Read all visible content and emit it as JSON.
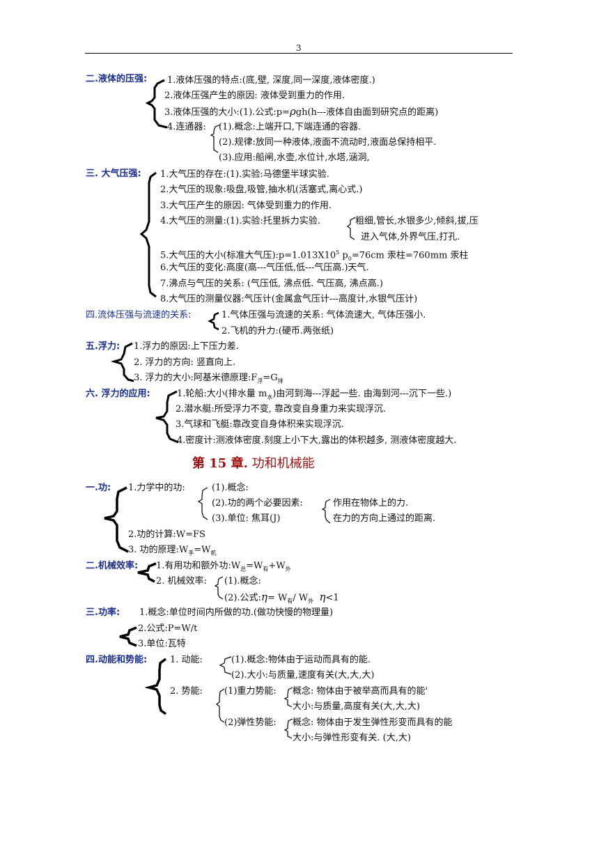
{
  "page_number": "3",
  "s2": {
    "heading": "二.液体的压强:",
    "l1": "1.液体压强的特点:(底,壁, 深度,同一深度,液体密度.)",
    "l2": "2.液体压强产生的原因: 液体受到重力的作用.",
    "l3a": "3.液体压强的大小:(1).公式:p=",
    "rho": "ρ",
    "l3b": "gh(h---液体自由面到研究点的距离)",
    "l4": "4.连通器:",
    "l4_1": "(1).概念:上端开口,下端连通的容器.",
    "l4_2": "(2).规律:放同一种液体,液面不流动时,液面总保持相平.",
    "l4_3": "(3).应用:船闸,水壶,水位计,水塔,涵洞,"
  },
  "s3": {
    "heading": "三. 大气压强:",
    "l1": "1.大气压的存在:(1).实验:马德堡半球实验.",
    "l2": "2.大气压的现象:吸盘,吸管,抽水机(活塞式,离心式.)",
    "l3": "3.大气压产生的原因: 气体受到重力的作用.",
    "l4": "4.大气压的测量:(1).实验:托里拆力实验.",
    "l4_a": "粗细,管长,水银多少,倾斜,拔,压",
    "l4_b": "进入气体,外界气压,打孔.",
    "l5a": "5.大气压的大小(标准大气压):p=1.013X10",
    "l5sup": "5",
    "l5b": " p",
    "l5sub": "0",
    "l5c": "=76cm 汞柱=760mm 汞柱",
    "l6": "6.大气压的变化:高度(高---气压低,低---气压高.)天气.",
    "l7": "7.沸点与气压的关系: (气压低, 沸点低. 气压高, 沸点高.)",
    "l8": "8.大气压的测量仪器:气压计(金属盒气压计---高度计,水银气压计)"
  },
  "s4": {
    "heading": "四.流体压强与流速的关系:",
    "l1": "1.气体压强与流速的关系: 气体流速大, 气体压强小.",
    "l2": "2.飞机的升力:(硬币.两张纸)"
  },
  "s5": {
    "heading": "五.浮力:",
    "l1": "1.浮力的原因:上下压力差.",
    "l2": "2. 浮力的方向: 竖直向上.",
    "l3a": "3. 浮力的大小:阿基米德原理:F",
    "l3sub1": "浮",
    "l3b": "=G",
    "l3sub2": "排"
  },
  "s6": {
    "heading": "六. 浮力的应用:",
    "l1a": "1.轮船:大小(排水量 m",
    "l1sub": "水",
    "l1b": ")由河到海---浮起一些. 由海到河---沉下一些.)",
    "l2": "2.潜水艇:所受浮力不变, 靠改变自身重力来实现浮沉.",
    "l3": "3.气球和飞艇:靠改变自身体积来实现浮沉.",
    "l4": "4.密度计:测液体密度.刻度上小下大,露出的体积越多, 测液体密度越大."
  },
  "chapter": {
    "bold": "第 15 章.",
    "rest": " 功和机械能"
  },
  "c1": {
    "heading": "一.功:",
    "l1": "1.力学中的功:",
    "l1_1": "(1).概念:",
    "l1_2": "(2).功的两个必要因素:",
    "l1_2a": "作用在物体上的力.",
    "l1_2b": "在力的方向上通过的距离.",
    "l1_3": "(3).单位: 焦耳(J)",
    "l2": "2.功的计算:W=FS",
    "l3a": "3. 功的原理:W",
    "l3sub1": "手",
    "l3b": "=W",
    "l3sub2": "机"
  },
  "c2": {
    "heading": "二.机械效率:",
    "l1a": "1.有用功和额外功:W",
    "l1sub1": "总",
    "l1b": "=W",
    "l1sub2": "有",
    "l1c": "+W",
    "l1sub3": "外",
    "l2": "2. 机械效率:",
    "l2_1": "(1).概念:",
    "l2_2a": "(2).公式:",
    "eta": "η",
    "l2_2b": "= W",
    "l2_2sub1": "有",
    "l2_2c": "/ W",
    "l2_2sub2": "外",
    "l2_2d": "<1"
  },
  "c3": {
    "heading": "三.功率:",
    "l1": "1.概念:单位时间内所做的功.(做功快慢的物理量)",
    "l2": "2.公式:P=W/t",
    "l3": "3.单位:瓦特"
  },
  "c4": {
    "heading": "四.动能和势能:",
    "l1": "1. 动能:",
    "l1_1": "(1).概念:物体由于运动而具有的能.",
    "l1_2": "(2).大小:与质量,速度有关(大,大,大)",
    "l2": "2. 势能:",
    "l2_1": "(1)重力势能:",
    "l2_1a": "概念: 物体由于被举高而具有的能'",
    "l2_1b": "大小:与质量,高度有关(大,大,大)",
    "l2_2": "(2)弹性势能:",
    "l2_2a": "概念: 物体由于发生弹性形变而具有的能",
    "l2_2b": "大小:与弹性形变有关. (大,大)"
  }
}
